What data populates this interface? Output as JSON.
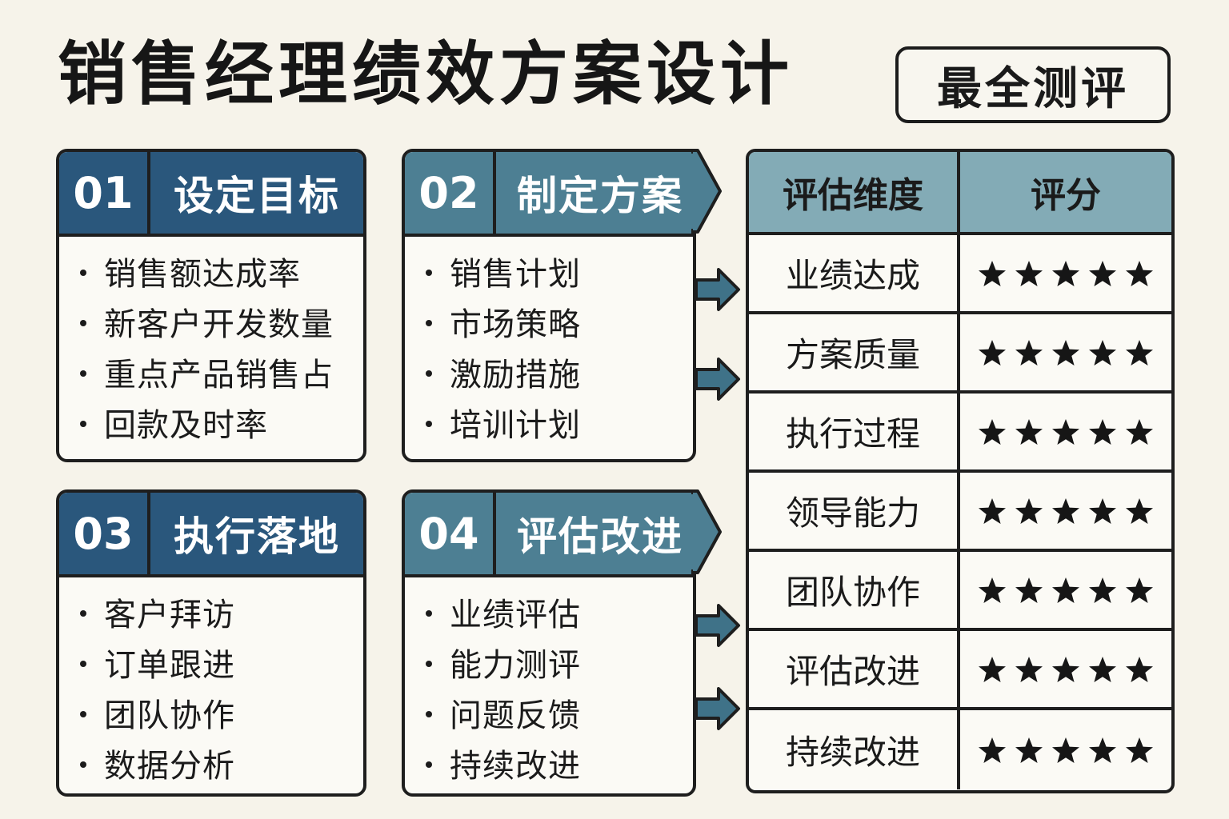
{
  "title": "销售经理绩效方案设计",
  "badge": "最全测评",
  "cards": [
    {
      "num": "01",
      "title": "设定目标",
      "items": [
        "销售额达成率",
        "新客户开发数量",
        "重点产品销售占",
        "回款及时率"
      ]
    },
    {
      "num": "02",
      "title": "制定方案",
      "items": [
        "销售计划",
        "市场策略",
        "激励措施",
        "培训计划"
      ]
    },
    {
      "num": "03",
      "title": "执行落地",
      "items": [
        "客户拜访",
        "订单跟进",
        "团队协作",
        "数据分析"
      ]
    },
    {
      "num": "04",
      "title": "评估改进",
      "items": [
        "业绩评估",
        "能力测评",
        "问题反馈",
        "持续改进"
      ]
    }
  ],
  "table": {
    "headers": [
      "评估维度",
      "评分"
    ],
    "rows": [
      {
        "dimension": "业绩达成",
        "stars": 5
      },
      {
        "dimension": "方案质量",
        "stars": 5
      },
      {
        "dimension": "执行过程",
        "stars": 5
      },
      {
        "dimension": "领导能力",
        "stars": 5
      },
      {
        "dimension": "团队协作",
        "stars": 5
      },
      {
        "dimension": "评估改进",
        "stars": 5
      },
      {
        "dimension": "持续改进",
        "stars": 5
      }
    ]
  },
  "colors": {
    "dark_header": "#2a577c",
    "teal_header": "#4d7f93",
    "table_header": "#83abb6",
    "arrow": "#3f7288",
    "background": "#f6f3ea"
  }
}
